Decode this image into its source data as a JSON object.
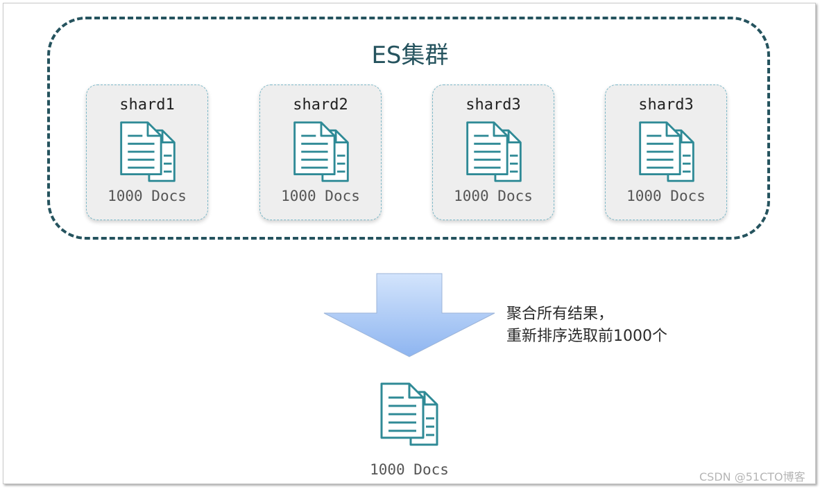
{
  "cluster": {
    "title": "ES集群"
  },
  "shards": [
    {
      "name": "shard1",
      "docs": "1000 Docs"
    },
    {
      "name": "shard2",
      "docs": "1000 Docs"
    },
    {
      "name": "shard3",
      "docs": "1000 Docs"
    },
    {
      "name": "shard3",
      "docs": "1000 Docs"
    }
  ],
  "arrow_note": {
    "line1": "聚合所有结果，",
    "line2": "重新排序选取前1000个"
  },
  "result": {
    "docs": "1000 Docs"
  },
  "watermark": "CSDN @51CTO博客",
  "colors": {
    "cluster_border": "#25535e",
    "shard_border": "#7cb8c8",
    "icon_stroke": "#2f8a96",
    "arrow_top": "#cde0fb",
    "arrow_bottom": "#8db4f0"
  },
  "icons": {
    "document": "documents-icon",
    "arrow": "down-arrow-icon"
  }
}
